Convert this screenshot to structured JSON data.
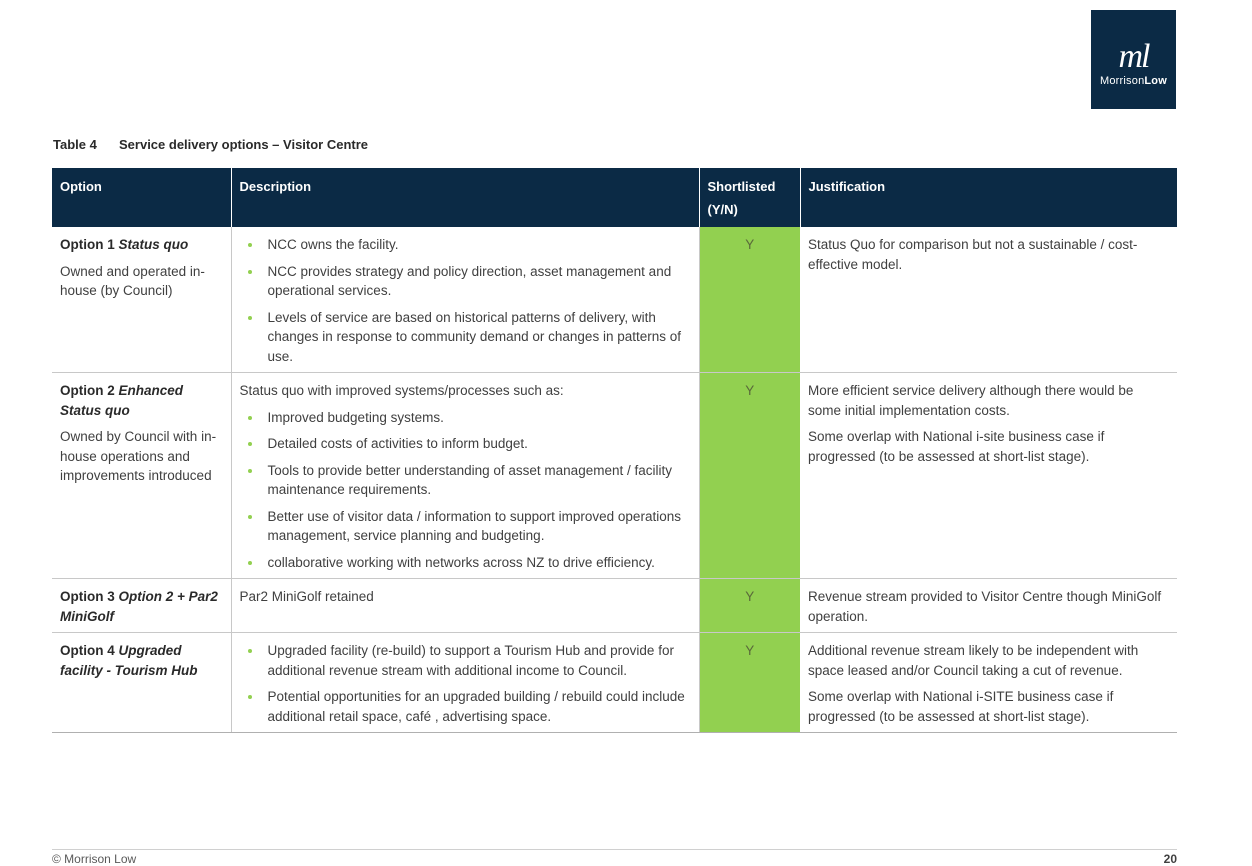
{
  "logo": {
    "mark": "ml",
    "word_regular": "Morrison",
    "word_bold": "Low"
  },
  "caption": {
    "number": "Table 4",
    "title": "Service delivery options – Visitor Centre"
  },
  "table": {
    "headers": {
      "option": "Option",
      "description": "Description",
      "shortlisted": "Shortlisted (Y/N)",
      "justification": "Justification"
    },
    "rows": [
      {
        "option_prefix": "Option 1 ",
        "option_name": "Status quo",
        "option_sub": "Owned and operated in-house (by Council)",
        "description_intro": "",
        "description_bullets": [
          "NCC owns the facility.",
          "NCC provides strategy and policy direction, asset management and operational services.",
          "Levels of service are based on historical patterns of delivery, with changes in response to community demand or changes in patterns of use."
        ],
        "shortlisted": "Y",
        "justification": [
          "Status Quo for comparison but not a sustainable / cost-effective model."
        ]
      },
      {
        "option_prefix": "Option 2 ",
        "option_name": "Enhanced Status quo",
        "option_sub": "Owned by Council with in-house operations and improvements introduced",
        "description_intro": "Status quo with improved systems/processes such as:",
        "description_bullets": [
          "Improved budgeting systems.",
          "Detailed costs of activities to inform budget.",
          "Tools to provide better understanding of asset management / facility maintenance requirements.",
          "Better use of visitor data / information to support improved operations management, service planning and budgeting.",
          "collaborative working with networks across NZ to drive efficiency."
        ],
        "shortlisted": "Y",
        "justification": [
          "More efficient service delivery although there would be some initial implementation costs.",
          "Some overlap with National i-site business case if progressed (to be assessed at short-list stage)."
        ]
      },
      {
        "option_prefix": "Option 3 ",
        "option_name": "Option 2 + Par2 MiniGolf",
        "option_sub": "",
        "description_intro": "Par2 MiniGolf retained",
        "description_bullets": [],
        "shortlisted": "Y",
        "justification": [
          "Revenue stream provided to Visitor Centre though MiniGolf operation."
        ]
      },
      {
        "option_prefix": "Option 4 ",
        "option_name": "Upgraded facility - Tourism Hub",
        "option_sub": "",
        "description_intro": "",
        "description_bullets": [
          "Upgraded facility (re-build) to support a Tourism Hub and provide for additional revenue stream with additional income to Council.",
          "Potential opportunities for an upgraded building / rebuild could include additional retail space, café , advertising space."
        ],
        "shortlisted": "Y",
        "justification": [
          "Additional revenue stream likely to be independent with space leased and/or Council taking a cut of revenue.",
          "Some overlap with National i-SITE business case if progressed (to be assessed at short-list stage)."
        ]
      }
    ]
  },
  "footer": {
    "copyright": "© Morrison Low",
    "page": "20"
  },
  "colors": {
    "navy": "#0b2a45",
    "shortlist_green": "#92d050"
  }
}
